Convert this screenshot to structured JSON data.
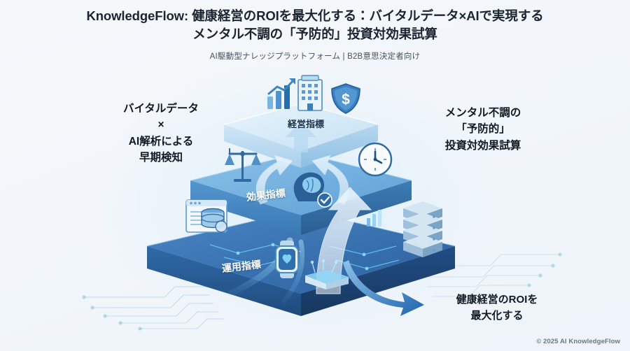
{
  "meta": {
    "background_color": "#f3f7fb",
    "accent_dark": "#1f4e87",
    "accent_mid": "#2f7fc4",
    "accent_light": "#a8d4ef",
    "text_color": "#111a24"
  },
  "header": {
    "title": "KnowledgeFlow: 健康経営のROIを最大化する：バイタルデータ×AIで実現するメンタル不調の「予防的」投資対効果試算",
    "subtitle": "AI駆動型ナレッジプラットフォーム | B2B意思決定者向け"
  },
  "callouts": {
    "left": "バイタルデータ\n×\nAI解析による\n早期検知",
    "right": "メンタル不調の\n「予防的」\n投資対効果試算",
    "bottom": "健康経営のROIを\n最大化する"
  },
  "pyramid": {
    "tiers": [
      {
        "id": "top",
        "label": "経営指標",
        "color": "#d3e9f7"
      },
      {
        "id": "middle",
        "label": "効果指標",
        "color": "#63a8dc"
      },
      {
        "id": "bottom",
        "label": "運用指標",
        "color": "#2a5f9e"
      }
    ]
  },
  "icons": {
    "top_tier": [
      "bar-chart-growth-icon",
      "office-building-icon",
      "dollar-shield-icon"
    ],
    "middle_tier": [
      "balance-scales-icon",
      "brain-head-check-icon",
      "clock-icon"
    ],
    "bottom_tier": [
      "database-window-icon",
      "smartwatch-icon",
      "network-device-icon",
      "server-rack-icon"
    ]
  },
  "footer": {
    "copyright": "© 2025 AI KnowledgeFlow"
  }
}
